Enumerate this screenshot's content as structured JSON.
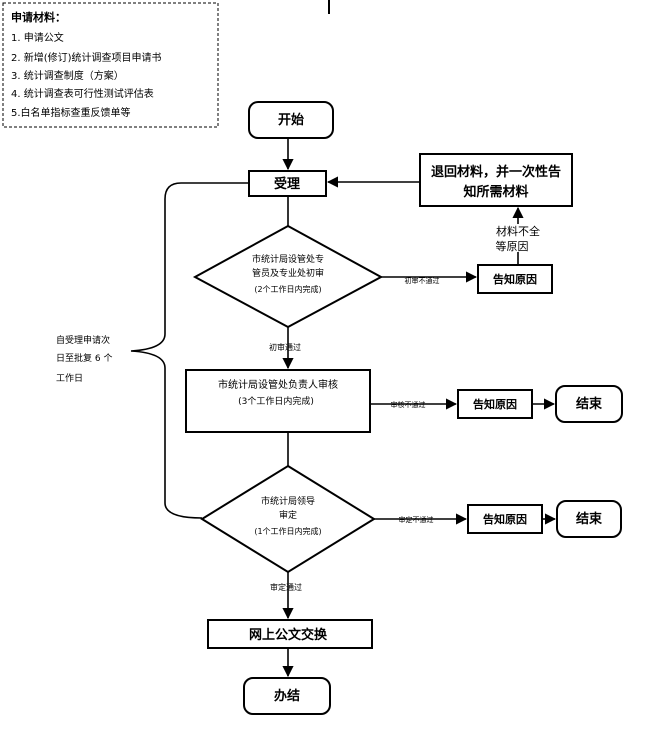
{
  "materials": {
    "title": "申请材料：",
    "items": [
      "1. 申请公文",
      "2. 新增(修订)统计调查项目申请书",
      "3. 统计调查制度（方案）",
      "4. 统计调查表可行性测试评估表",
      "5.白名单指标查重反馈单等"
    ]
  },
  "nodes": {
    "start": "开始",
    "accept": "受理",
    "return_box": [
      "退回材料，并一次性告",
      "知所需材料"
    ],
    "incomplete": [
      "材料不全",
      "等原因"
    ],
    "review1": [
      "市统计局设管处专",
      "管员及专业处初审",
      "(2个工作日内完成)"
    ],
    "notify1": "告知原因",
    "review2": [
      "市统计局设管处负责人审核",
      "(3个工作日内完成)"
    ],
    "notify2": "告知原因",
    "end2": "结束",
    "review3": [
      "市统计局领导",
      "审定",
      "(1个工作日内完成)"
    ],
    "notify3": "告知原因",
    "end3": "结束",
    "exchange": "网上公文交换",
    "done": "办结"
  },
  "edges": {
    "fail1": "初审不通过",
    "pass1": "初审通过",
    "fail2": "审核不通过",
    "fail3": "审定不通过",
    "pass3": "审定通过"
  },
  "side_note": [
    "自受理申请次",
    "日至批复 6 个",
    "工作日"
  ]
}
